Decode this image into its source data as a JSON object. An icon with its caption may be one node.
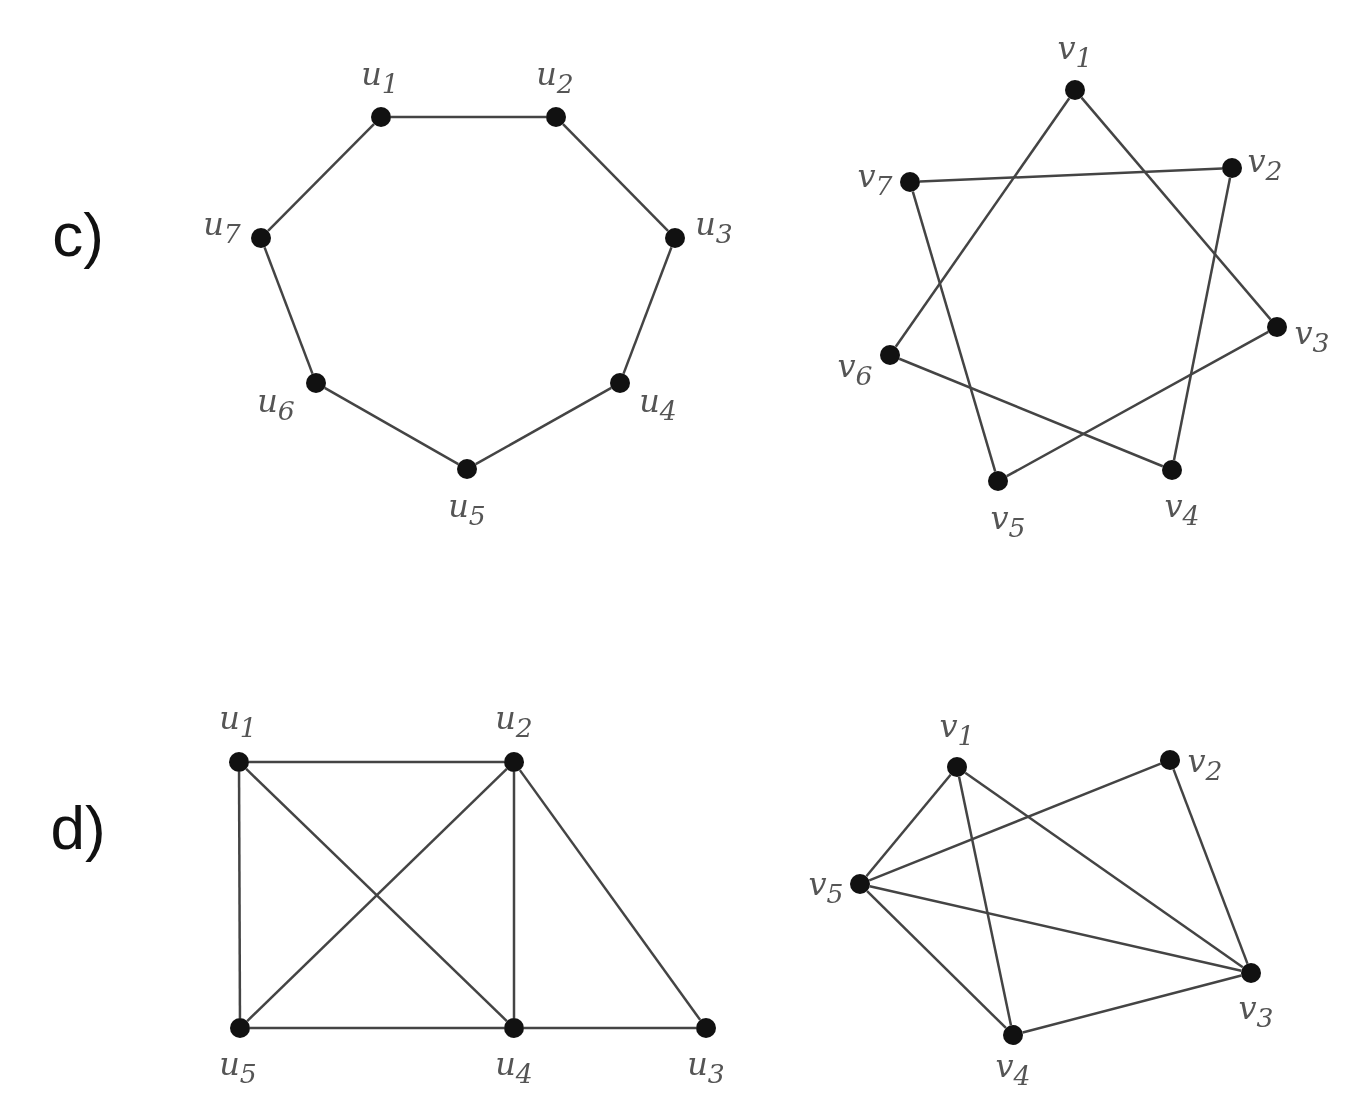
{
  "diagram": {
    "nodes": [
      {
        "text": [],
        "shape": "circle",
        "beside": [
          "u$_{1}$"
        ]
      },
      {
        "text": [],
        "shape": "circle",
        "beside": [
          "u$_{2}$"
        ]
      },
      {
        "text": [],
        "shape": "circle",
        "beside": [
          "u$_{3}$"
        ]
      },
      {
        "text": [],
        "shape": "circle",
        "beside": [
          "u$_{4}$"
        ]
      },
      {
        "text": [],
        "shape": "circle",
        "beside": [
          "u$_{5}$"
        ]
      },
      {
        "text": [],
        "shape": "circle",
        "beside": [
          "u$_{6}$"
        ]
      },
      {
        "text": [],
        "shape": "circle",
        "beside": [
          "u$_{7}$"
        ]
      },
      {
        "text": [],
        "shape": "circle",
        "beside": [
          "v$_{1}$"
        ]
      },
      {
        "text": [],
        "shape": "circle",
        "beside": [
          "v$_{2}$"
        ]
      },
      {
        "text": [],
        "shape": "circle",
        "beside": [
          "v$_{3}$"
        ]
      },
      {
        "text": [],
        "shape": "circle",
        "beside": [
          "v$_{4}$"
        ]
      },
      {
        "text": [],
        "shape": "circle",
        "beside": [
          "v$_{5}$"
        ]
      },
      {
        "text": [],
        "shape": "circle",
        "beside": [
          "v$_{6}$"
        ]
      },
      {
        "text": [],
        "shape": "circle",
        "beside": [
          "v$_{7}$"
        ]
      },
      {
        "text": [],
        "shape": "circle",
        "beside": [
          "u$_{1}$"
        ]
      },
      {
        "text": [],
        "shape": "circle",
        "beside": [
          "u$_{2}$"
        ]
      },
      {
        "text": [],
        "shape": "circle",
        "beside": [
          "u$_{3}$"
        ]
      },
      {
        "text": [],
        "shape": "circle",
        "beside": [
          "u$_{4}$"
        ]
      },
      {
        "text": [],
        "shape": "circle",
        "beside": [
          "u$_{5}$"
        ]
      },
      {
        "text": [],
        "shape": "circle",
        "beside": [
          "v$_{1}$"
        ]
      },
      {
        "text": [],
        "shape": "circle",
        "beside": [
          "v$_{2}$"
        ]
      },
      {
        "text": [],
        "shape": "circle",
        "beside": [
          "v$_{3}$"
        ]
      },
      {
        "text": [],
        "shape": "circle",
        "beside": [
          "v$_{4}$"
        ]
      },
      {
        "text": [],
        "shape": "circle",
        "beside": [
          "v$_{5}$"
        ]
      }
    ],
    "edges": [
      {
        "from": 0,
        "to": 1,
        "arrow": "none"
      },
      {
        "from": 1,
        "to": 2,
        "arrow": "none"
      },
      {
        "from": 2,
        "to": 3,
        "arrow": "none"
      },
      {
        "from": 3,
        "to": 4,
        "arrow": "none"
      },
      {
        "from": 4,
        "to": 5,
        "arrow": "none"
      },
      {
        "from": 5,
        "to": 6,
        "arrow": "none"
      },
      {
        "from": 6,
        "to": 0,
        "arrow": "none"
      },
      {
        "from": 7,
        "to": 9,
        "arrow": "none"
      },
      {
        "from": 7,
        "to": 12,
        "arrow": "none"
      },
      {
        "from": 13,
        "to": 8,
        "arrow": "none"
      },
      {
        "from": 13,
        "to": 11,
        "arrow": "none"
      },
      {
        "from": 8,
        "to": 10,
        "arrow": "none"
      },
      {
        "from": 12,
        "to": 10,
        "arrow": "none"
      },
      {
        "from": 11,
        "to": 9,
        "arrow": "none"
      },
      {
        "from": 14,
        "to": 15,
        "arrow": "none"
      },
      {
        "from": 14,
        "to": 18,
        "arrow": "none"
      },
      {
        "from": 14,
        "to": 17,
        "arrow": "none"
      },
      {
        "from": 15,
        "to": 18,
        "arrow": "none"
      },
      {
        "from": 15,
        "to": 17,
        "arrow": "none"
      },
      {
        "from": 15,
        "to": 16,
        "arrow": "none"
      },
      {
        "from": 18,
        "to": 17,
        "arrow": "none"
      },
      {
        "from": 17,
        "to": 16,
        "arrow": "none"
      },
      {
        "from": 19,
        "to": 23,
        "arrow": "none"
      },
      {
        "from": 19,
        "to": 22,
        "arrow": "none"
      },
      {
        "from": 19,
        "to": 21,
        "arrow": "none"
      },
      {
        "from": 20,
        "to": 23,
        "arrow": "none"
      },
      {
        "from": 20,
        "to": 21,
        "arrow": "none"
      },
      {
        "from": 23,
        "to": 21,
        "arrow": "none"
      },
      {
        "from": 23,
        "to": 22,
        "arrow": "none"
      },
      {
        "from": 22,
        "to": 21,
        "arrow": "none"
      }
    ],
    "labels": [
      "c)",
      "d)"
    ]
  }
}
